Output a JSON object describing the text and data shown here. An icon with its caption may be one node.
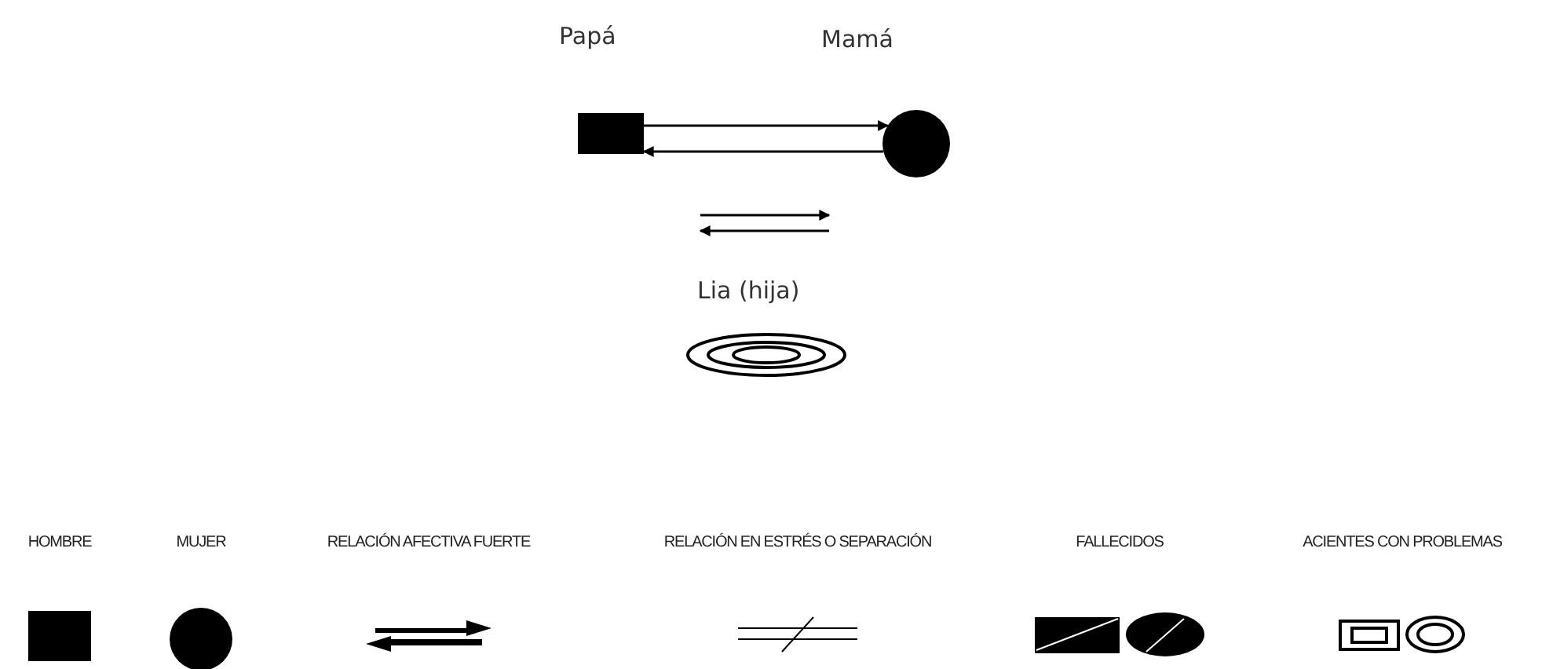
{
  "diagram": {
    "nodes": [
      {
        "text": [
          "Papá"
        ]
      },
      {
        "text": [
          "Mamá"
        ]
      },
      {
        "text": [
          "Lia (hija)"
        ]
      }
    ],
    "edges": [
      {
        "from": 0,
        "to": 1,
        "arrow": "to"
      },
      {
        "from": 1,
        "to": 0,
        "arrow": "to"
      }
    ],
    "legend": [
      {
        "text": "HOMBRE"
      },
      {
        "text": "MUJER"
      },
      {
        "text": "RELACIÓN AFECTIVA FUERTE"
      },
      {
        "text": "RELACIÓN EN ESTRÉS O SEPARACIÓN"
      },
      {
        "text": "FALLECIDOS"
      },
      {
        "text": "ACIENTES CON PROBLEMAS"
      }
    ]
  }
}
